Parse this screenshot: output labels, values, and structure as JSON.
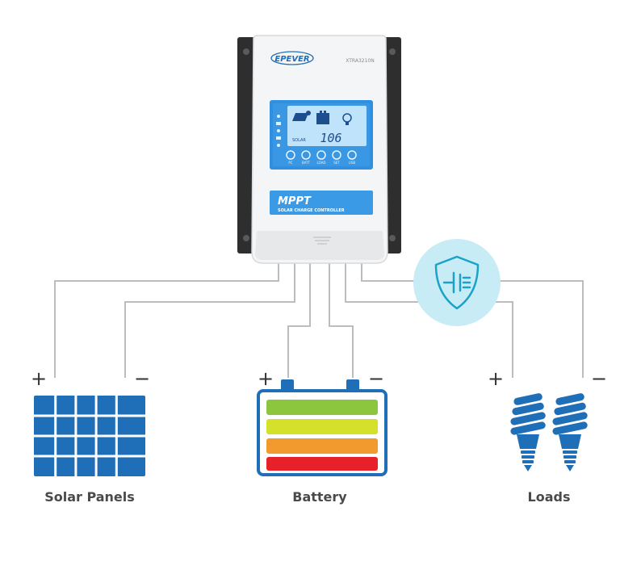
{
  "controller": {
    "brand": "EPEVER",
    "model": "XTRA3210N",
    "lcd_reading": "106",
    "lcd_small_label": "SOLAR",
    "badge_title": "MPPT",
    "badge_subtitle": "SOLAR CHARGE CONTROLLER",
    "button_labels": [
      "PC",
      "BATT",
      "LOAD",
      "SET",
      "USB"
    ]
  },
  "components": {
    "solar_label": "Solar Panels",
    "battery_label": "Battery",
    "loads_label": "Loads",
    "plus_sign": "+",
    "minus_sign": "−"
  },
  "colors": {
    "wire": "#bdbdbd",
    "icon_blue": "#1f6fb8",
    "battery_green": "#8cc63f",
    "battery_yellow": "#d4e02a",
    "battery_orange": "#f29a2e",
    "battery_red": "#e8202a",
    "shield_bg": "#c8ecf6",
    "lcd_blue": "#2f8fe0"
  }
}
